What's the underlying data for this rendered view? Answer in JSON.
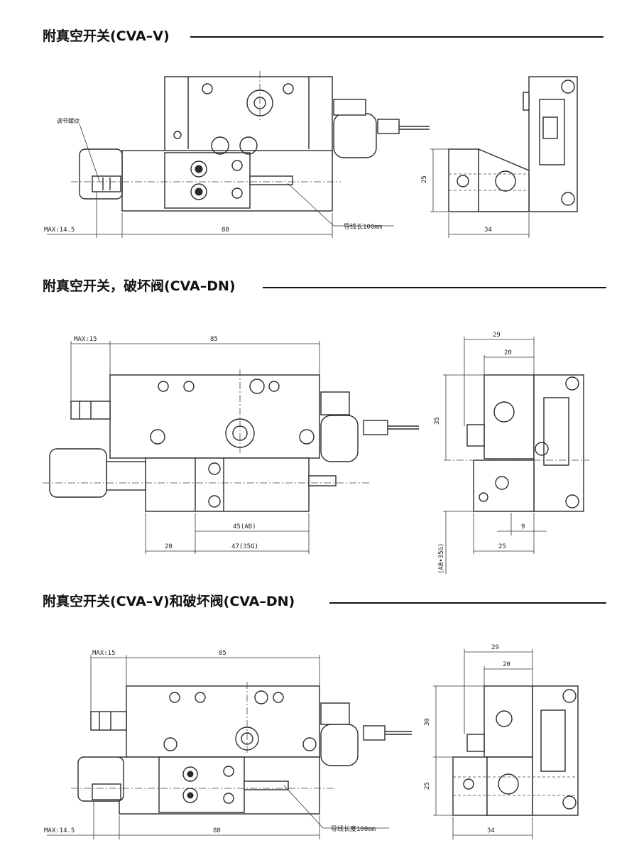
{
  "sections": [
    {
      "title": "附真空开关(CVA–V)",
      "dims": {
        "max": "MAX:14.5",
        "width": "88",
        "lead": "导线长100mm",
        "adjust": "调节螺纹",
        "height": "25",
        "depth": "34"
      }
    },
    {
      "title": "附真空开关，破坏阀(CVA–DN)",
      "dims": {
        "max": "MAX:15",
        "width": "85",
        "ab45": "45(AB)",
        "d20": "20",
        "g47": "47(35G)",
        "w29": "29",
        "w20": "20",
        "h35": "35",
        "d9": "9",
        "d25": "25",
        "abg": "(AB•35G)"
      }
    },
    {
      "title": "附真空开关(CVA–V)和破坏阀(CVA–DN)",
      "dims": {
        "max_top": "MAX:15",
        "width_top": "85",
        "max_bottom": "MAX:14.5",
        "width_bottom": "88",
        "lead": "导线长度100mm",
        "w29": "29",
        "w20": "20",
        "h30": "30",
        "h25": "25",
        "depth": "34"
      }
    }
  ]
}
